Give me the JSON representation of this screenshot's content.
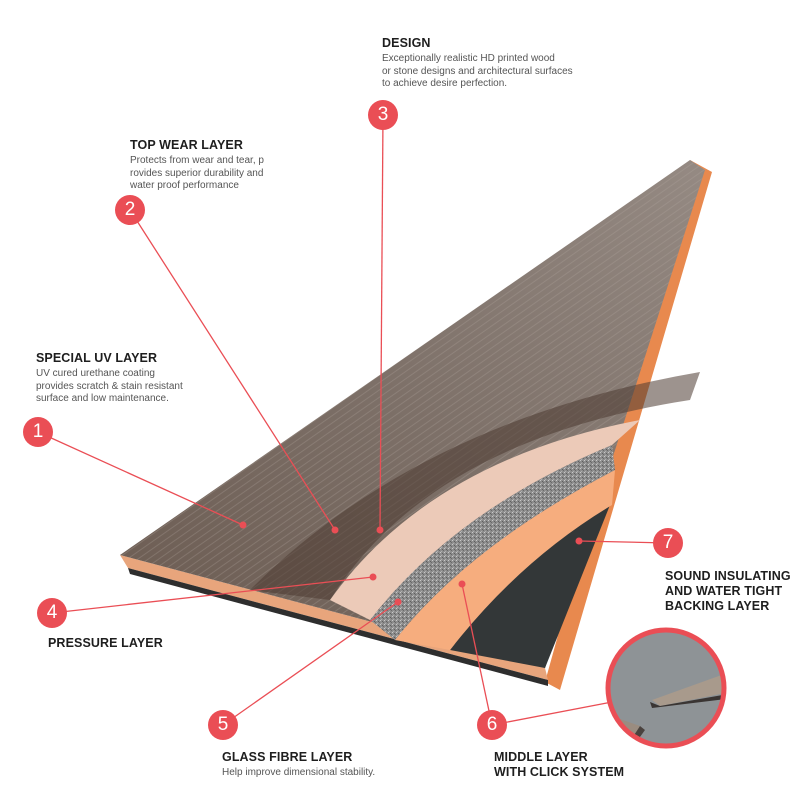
{
  "diagram": {
    "accent_color": "#ea4e55",
    "layers": [
      {
        "number": "1",
        "title": "SPECIAL UV LAYER",
        "description": "UV cured urethane coating\n provides scratch & stain resistant\nsurface and low maintenance."
      },
      {
        "number": "2",
        "title": "TOP WEAR LAYER",
        "description": "Protects from wear and tear, p\nrovides superior durability and\nwater proof performance"
      },
      {
        "number": "3",
        "title": "DESIGN",
        "description": "Exceptionally realistic HD printed wood\nor stone designs and architectural surfaces\nto achieve desire perfection."
      },
      {
        "number": "4",
        "title": "PRESSURE LAYER",
        "description": ""
      },
      {
        "number": "5",
        "title": "GLASS FIBRE LAYER",
        "description": "Help improve dimensional stability."
      },
      {
        "number": "6",
        "title": "MIDDLE LAYER\nWITH CLICK SYSTEM",
        "description": ""
      },
      {
        "number": "7",
        "title": "SOUND INSULATING\nAND WATER TIGHT\nBACKING LAYER",
        "description": ""
      }
    ],
    "colors": {
      "wood_light": "#8a7d74",
      "wood_dark": "#5a4a40",
      "pressure_layer": "#eccab8",
      "glass_fibre": "#9a9a9a",
      "middle_layer": "#f6ad7e",
      "backing_layer": "#333738",
      "edge_orange": "#e8894e",
      "inset_bg": "#8e9396"
    }
  }
}
